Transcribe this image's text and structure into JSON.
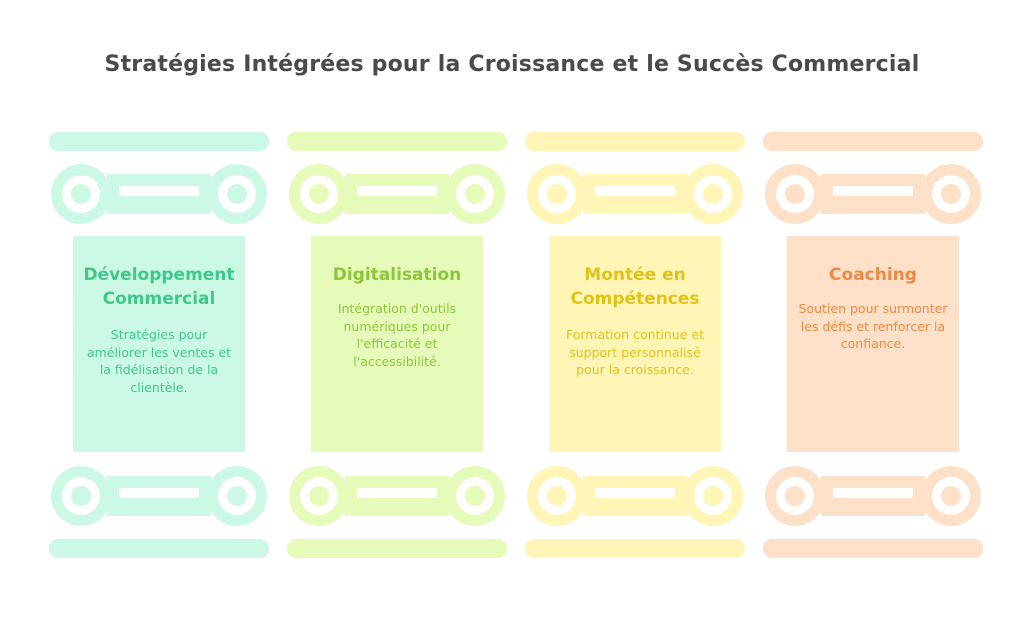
{
  "title": "Stratégies Intégrées pour la Croissance et le Succès Commercial",
  "pillars": [
    {
      "title": "Développement Commercial",
      "description": "Stratégies pour améliorer les ventes et la fidélisation de la clientèle.",
      "light_color": "#ccf8e6",
      "text_color": "#3ec98b"
    },
    {
      "title": "Digitalisation",
      "description": "Intégration d'outils numériques pour l'efficacité et l'accessibilité.",
      "light_color": "#e6fbb9",
      "text_color": "#8cc63a"
    },
    {
      "title": "Montée en Compétences",
      "description": "Formation continue et support personnalisé pour la croissance.",
      "light_color": "#fff5b7",
      "text_color": "#e0c316"
    },
    {
      "title": "Coaching",
      "description": "Soutien pour surmonter les défis et renforcer la confiance.",
      "light_color": "#fde0c8",
      "text_color": "#ec8a45"
    }
  ]
}
